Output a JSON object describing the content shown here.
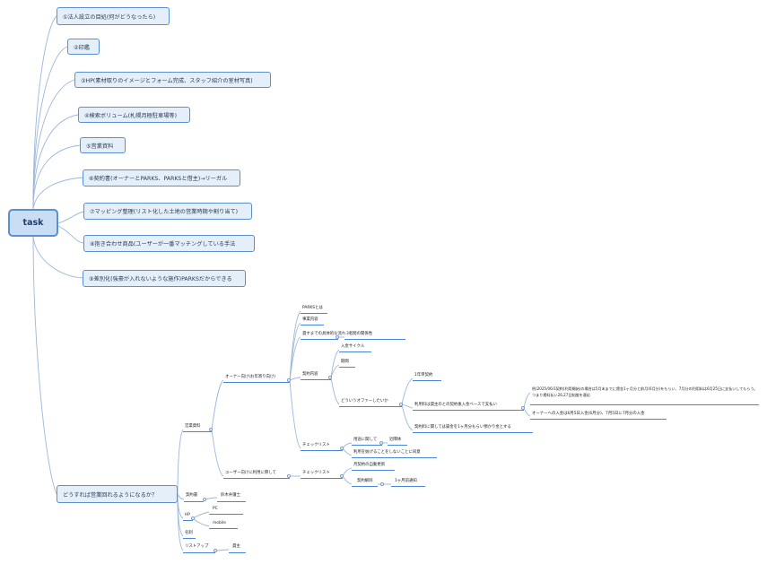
{
  "root": {
    "label": "task"
  },
  "tasks": [
    "①法人設立の目処(何がどうなったら)",
    "②印鑑",
    "③HP(素材取りのイメージとフォーム完成、スタッフ紹介の室材写真)",
    "④検索ボリューム(札幌月極駐車場等)",
    "⑤営業資料",
    "⑥契約書(オーナーとPARKS、PARKSと借主)→リーガル",
    "⑦マッピング整理(リスト化した土地の営業時期や割り当て)",
    "⑧抱き合わせ商品(ユーザーが一番マッチングしている手法",
    "⑨差別化(強豪が入れないような施作)PARKSだからできる"
  ],
  "main_question": "どうすれば営業回れるようになるか？",
  "branches": {
    "sales_material": "営業資料",
    "owner_target": "オーナー向け(お年寄り向け)",
    "what_is_parks": "PARKSとは",
    "business_content": "事業内容",
    "flow_until_lending": "貸すまでの具体的な流れ",
    "three_party_relation": "3者間の関係性",
    "contract_content": "契約内容",
    "payment_cycle": "入金サイクル",
    "period": "期間",
    "offer_question": "どういうオファーしたいか",
    "one_year_contract": "1年単契約",
    "fee_basis": "利用料は貸主のとの契約後入金ベースで支払い",
    "example": "例)2025/06/1契約(利用開始)の場合は5月末までに賃金1ヶ月分と前月(6月分)をもらい、7月分の利用料は6月25日に支払いしてもらう。つまり賃料払い26,27日制度を適応",
    "owner_payment": "オーナーへの入金は6月5日入金(6月分)、7月5日に7月分の入金",
    "contract_no_cost": "契約料に関しては賃金を1ヶ月分もらい預かり金とする",
    "checklist_owner": "チェックリスト",
    "about_usage": "用途に関して",
    "neighbor": "近隣体",
    "consent": "利用を妨げることをしないことに同意",
    "user_target": "ユーザー向けに利用に際して",
    "checklist_user": "チェックリスト",
    "auto_renew": "月契約の自動更新",
    "cancellation": "契約解除",
    "notice": "1ヶ月前通知",
    "contract_doc": "契約書",
    "lawyer": "鈴木弁護士",
    "hp": "HP",
    "pc": "PC",
    "mobile": "mobile",
    "business_card": "名刺",
    "list_up": "リストアップ",
    "landlord": "貸主"
  },
  "colors": {
    "connector": "#9bb7dc",
    "underline": "#4a86d8",
    "box_fill": "#e4effa",
    "box_border": "#5a8fd0",
    "root_fill": "#c9ddf5"
  }
}
